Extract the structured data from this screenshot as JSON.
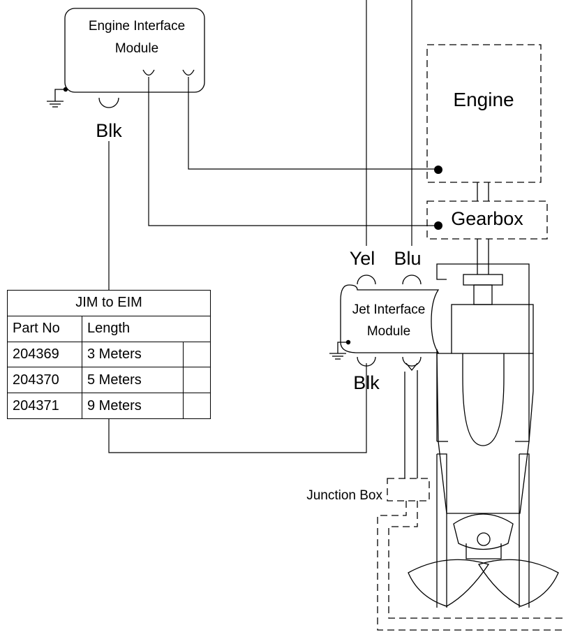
{
  "labels": {
    "engine_interface_module_line1": "Engine Interface",
    "engine_interface_module_line2": "Module",
    "engine": "Engine",
    "gearbox": "Gearbox",
    "jet_interface_module_line1": "Jet Interface",
    "jet_interface_module_line2": "Module",
    "eim_connector_color": "Blk",
    "jim_top_left_color": "Yel",
    "jim_top_right_color": "Blu",
    "jim_bottom_color": "Blk",
    "junction_box": "Junction Box"
  },
  "cable_table": {
    "title": "JIM  to EIM",
    "headers": [
      "Part No",
      "Length"
    ],
    "rows": [
      {
        "part_no": "204369",
        "length": "3 Meters"
      },
      {
        "part_no": "204370",
        "length": "5 Meters"
      },
      {
        "part_no": "204371",
        "length": "9 Meters"
      }
    ]
  }
}
